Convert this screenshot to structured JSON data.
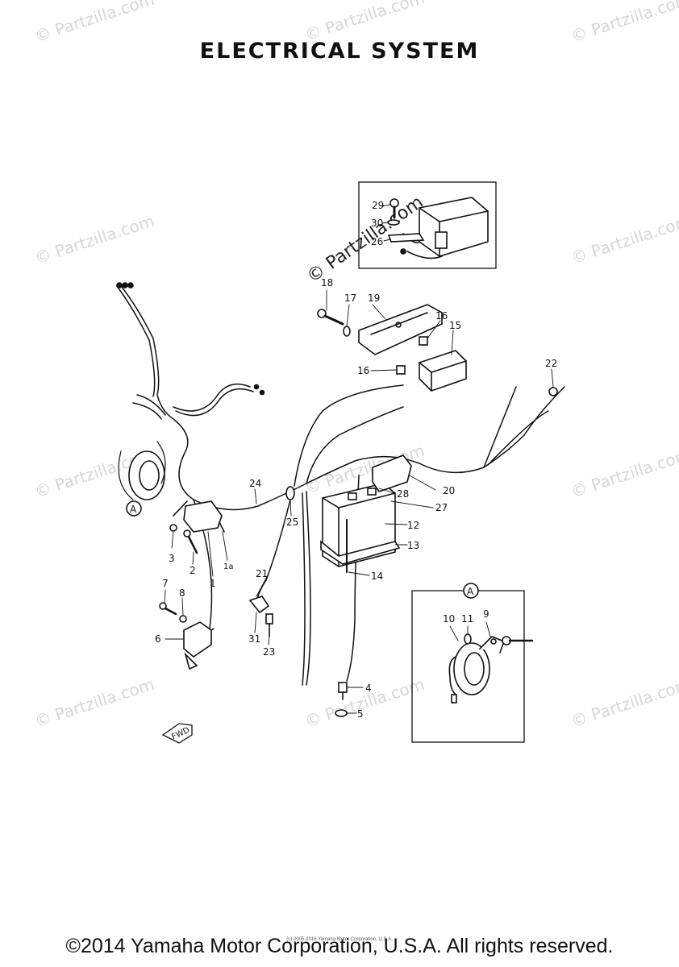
{
  "title": "ELECTRICAL SYSTEM",
  "footer": "©2014 Yamaha Motor Corporation, U.S.A. All rights reserved.",
  "fine_print": "(c) 2005-2016 Yamaha Motor Corporation, U.S.A.",
  "watermark": "© Partzilla.com",
  "inset_label": "A",
  "callouts": {
    "c1": "1",
    "c1a": "1a",
    "c2": "2",
    "c3": "3",
    "c4": "4",
    "c5": "5",
    "c6": "6",
    "c7": "7",
    "c8": "8",
    "c9": "9",
    "c10": "10",
    "c11": "11",
    "c12": "12",
    "c13": "13",
    "c14": "14",
    "c15": "15",
    "c16a": "16",
    "c16b": "16",
    "c17": "17",
    "c18": "18",
    "c19": "19",
    "c20": "20",
    "c21": "21",
    "c22": "22",
    "c23": "23",
    "c24": "24",
    "c25": "25",
    "c26": "26",
    "c27": "27",
    "c28": "28",
    "c29": "29",
    "c30": "30",
    "c31": "31"
  },
  "fwd_label": "FWD"
}
